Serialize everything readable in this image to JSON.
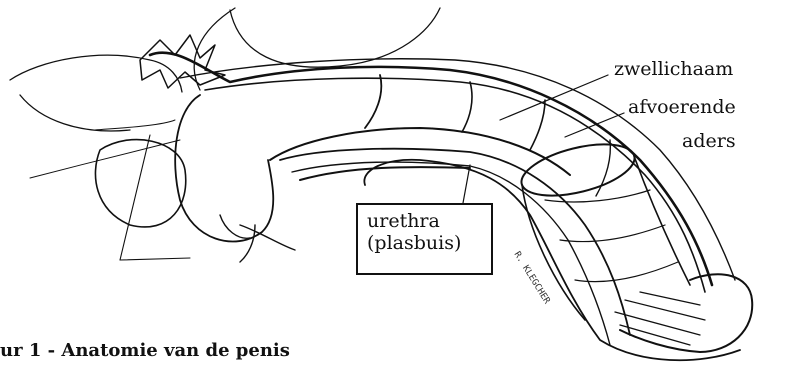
{
  "labels": {
    "zwellichaam": "zwellichaam",
    "afvoerende": "afvoerende",
    "aders": "aders",
    "urethra": "urethra",
    "plasbuis": "(plasbuis)"
  },
  "caption": "ur 1 - Anatomie van de penis",
  "signature": "R. KLEGCHER",
  "colors": {
    "ink": "#111111",
    "paper": "#ffffff"
  }
}
